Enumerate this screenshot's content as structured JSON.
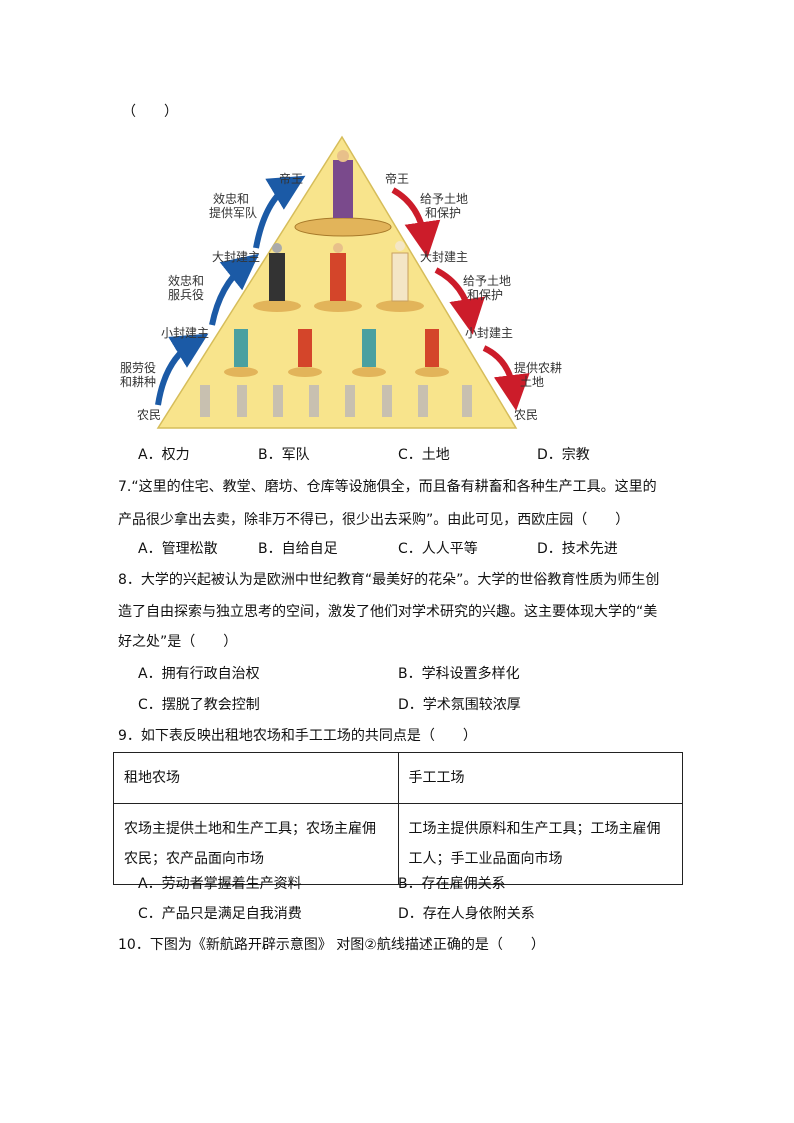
{
  "q6": {
    "paren": "（　　）",
    "figure": {
      "left": [
        "帝王",
        "效忠和",
        "提供军队",
        "大封建主",
        "效忠和",
        "服兵役",
        "小封建主",
        "服劳役",
        "和耕种",
        "农民"
      ],
      "right": [
        "帝王",
        "给予土地",
        "和保护",
        "大封建主",
        "给予土地",
        "和保护",
        "小封建主",
        "提供农耕",
        "土地",
        "农民"
      ]
    },
    "options": [
      "A．权力",
      "B．军队",
      "C．土地",
      "D．宗教"
    ]
  },
  "q7": {
    "lines": [
      "7.“这里的住宅、教堂、磨坊、仓库等设施俱全，而且备有耕畜和各种生产工具。这里的",
      "产品很少拿出去卖，除非万不得已，很少出去采购”。由此可见，西欧庄园（　　）"
    ],
    "options": [
      "A．管理松散",
      "B．自给自足",
      "C．人人平等",
      "D．技术先进"
    ]
  },
  "q8": {
    "lines": [
      "8．大学的兴起被认为是欧洲中世纪教育“最美好的花朵”。大学的世俗教育性质为师生创",
      "造了自由探索与独立思考的空间，激发了他们对学术研究的兴趣。这主要体现大学的“美",
      "好之处”是（　　）"
    ],
    "options": [
      "A．拥有行政自治权",
      "B．学科设置多样化",
      "C．摆脱了教会控制",
      "D．学术氛围较浓厚"
    ]
  },
  "q9": {
    "stem": "9．如下表反映出租地农场和手工工场的共同点是（　　）",
    "table": {
      "headers": [
        "租地农场",
        "手工工场"
      ],
      "cells": [
        "农场主提供土地和生产工具；农场主雇佣农民；农产品面向市场",
        "工场主提供原料和生产工具；工场主雇佣工人；手工业品面向市场"
      ]
    },
    "options": [
      "A．劳动者掌握着生产资料",
      "B．存在雇佣关系",
      "C．产品只是满足自我消费",
      "D．存在人身依附关系"
    ]
  },
  "q10": {
    "stem": "10．下图为《新航路开辟示意图》 对图②航线描述正确的是（　　）"
  }
}
